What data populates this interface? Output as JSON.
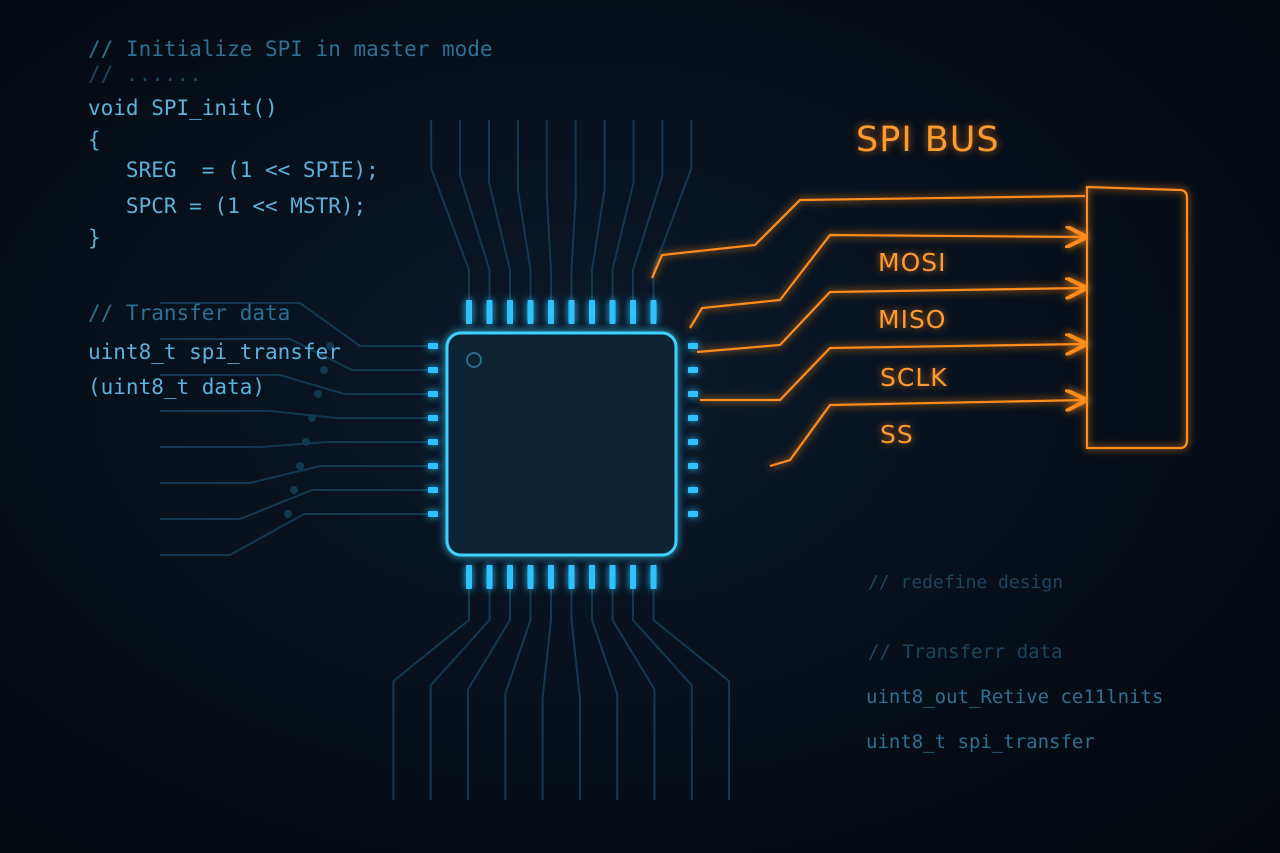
{
  "code_left": {
    "line1": "// Initialize SPI in master mode",
    "line2": "// ......",
    "line3": "void SPI_init()",
    "line4": "{",
    "line5": "   SREG  = (1 << SPIE);",
    "line6": "   SPCR = (1 << MSTR);",
    "line7": "}",
    "line8": "// Transfer data",
    "line9": "uint8_t spi_transfer",
    "line10": "(uint8_t data)"
  },
  "code_right": {
    "line1": "// redefine design",
    "line2": "// Transferr data",
    "line3": "uint8_out_Retive ce11lnits",
    "line4": "uint8_t spi_transfer"
  },
  "bus": {
    "title": "SPI BUS",
    "signals": [
      "MOSI",
      "MISO",
      "SCLK",
      "SS"
    ]
  },
  "colors": {
    "chip": "#2fc3ff",
    "bus": "#ff8c1a",
    "code": "#5fb0d8"
  }
}
